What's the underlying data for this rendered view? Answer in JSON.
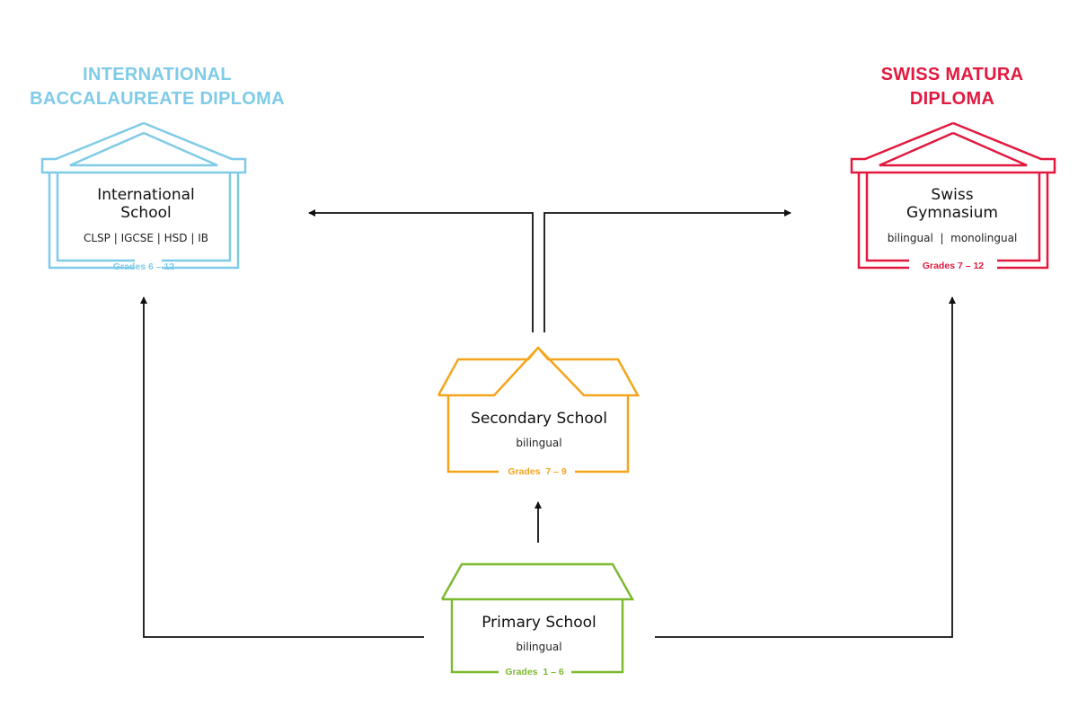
{
  "headers": {
    "ib_line1": "INTERNATIONAL",
    "ib_line2": "BACCALAUREATE DIPLOMA",
    "swiss_line1": "SWISS MATURA",
    "swiss_line2": "DIPLOMA"
  },
  "schools": {
    "international": {
      "name_line1": "International",
      "name_line2": "School",
      "programs": "CLSP | IGCSE | HSD | IB",
      "grades": "Grades 6 – 12"
    },
    "swiss": {
      "name_line1": "Swiss",
      "name_line2": "Gymnasium",
      "programs": "bilingual  |  monolingual",
      "grades": "Grades 7 – 12"
    },
    "secondary": {
      "name": "Secondary School",
      "programs": "bilingual",
      "grades": "Grades  7 – 9"
    },
    "primary": {
      "name": "Primary School",
      "programs": "bilingual",
      "grades": "Grades  1 – 6"
    }
  },
  "colors": {
    "international": "#7fcbe8",
    "swiss": "#e2193f",
    "secondary": "#f4a51c",
    "primary": "#7cb92f",
    "arrow": "#111111"
  }
}
